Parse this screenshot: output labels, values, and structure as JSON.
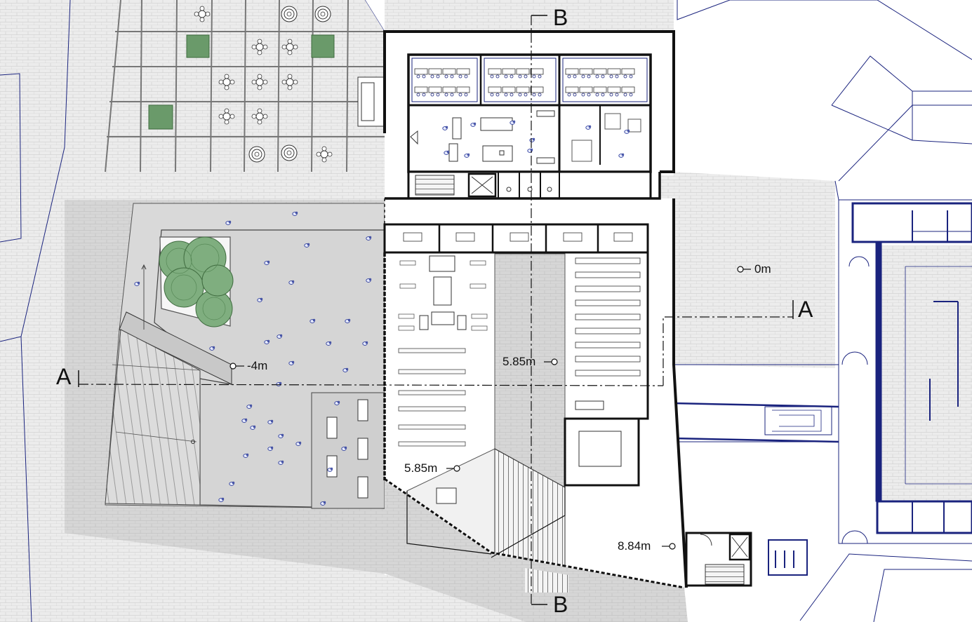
{
  "sections": {
    "a_left": "A",
    "a_right": "A",
    "b_top": "B",
    "b_bottom": "B"
  },
  "levels": {
    "plaza": "-4m",
    "ground": "0m",
    "atrium": "5.85m",
    "library": "5.85m",
    "entrance": "8.84m"
  },
  "colors": {
    "context_line": "#1a237e",
    "wall": "#111111",
    "paving": "#eaeaea",
    "plaza": "#d9d9d9",
    "void": "#c7c7c7",
    "trees": "#6a9a6a",
    "furniture_blue": "#2a3a9a"
  }
}
